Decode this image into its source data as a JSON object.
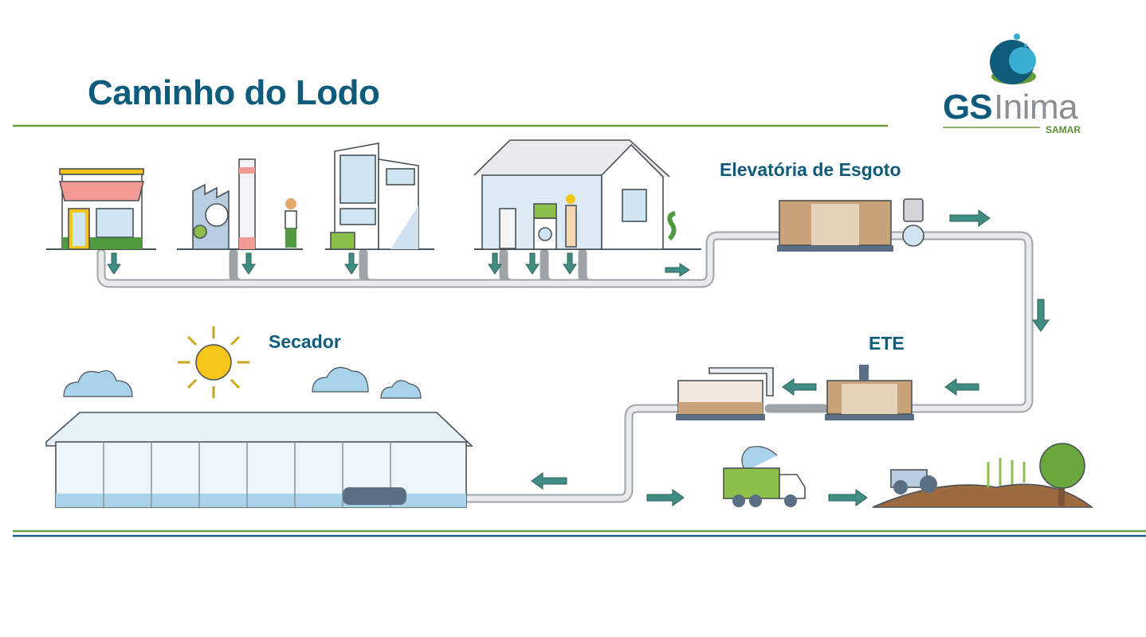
{
  "header": {
    "title": "Caminho do Lodo"
  },
  "logo": {
    "primary": "GS",
    "secondary": "Inima",
    "subtitle": "SAMAR"
  },
  "labels": {
    "pump_station": "Elevatória de Esgoto",
    "treatment_plant": "ETE",
    "dryer": "Secador"
  },
  "colors": {
    "title": "#0e5b7c",
    "accent_green": "#6a9a3a",
    "accent_blue": "#1f5f8f",
    "arrow": "#3f8d83"
  }
}
